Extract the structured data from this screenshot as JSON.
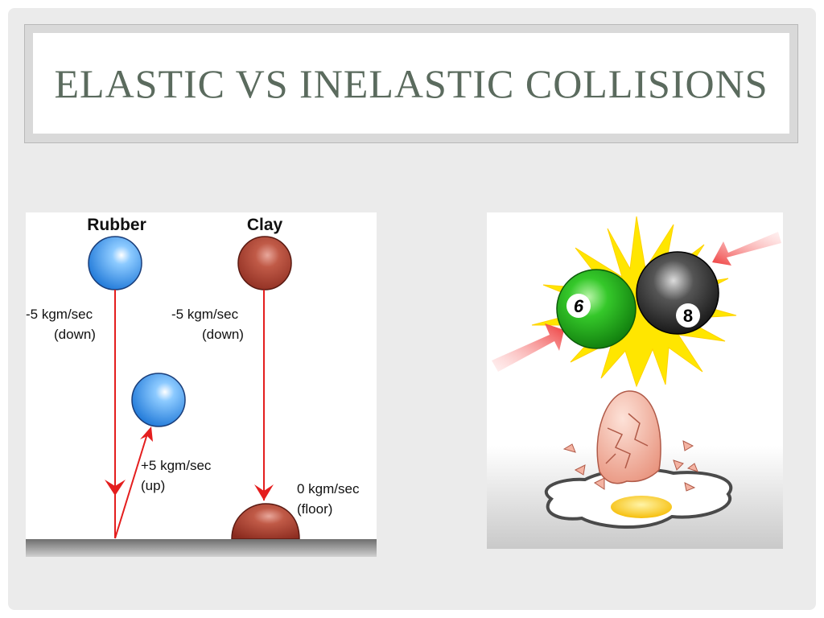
{
  "slide": {
    "title": "ELASTIC VS INELASTIC COLLISIONS"
  },
  "left_figure": {
    "rubber_heading": "Rubber",
    "clay_heading": "Clay",
    "rubber_down_momentum": "-5 kgm/sec",
    "rubber_down_direction": "(down)",
    "rubber_up_momentum": "+5 kgm/sec",
    "rubber_up_direction": "(up)",
    "clay_down_momentum": "-5 kgm/sec",
    "clay_down_direction": "(down)",
    "clay_floor_momentum": "0 kgm/sec",
    "clay_floor_label": "(floor)",
    "colors": {
      "rubber_ball": "#3d9be9",
      "clay_ball": "#a33a2a",
      "arrow": "#e41e1e",
      "floor": "#8c8c8c"
    }
  },
  "right_figure": {
    "green_ball_number": "6",
    "black_ball_number": "8",
    "colors": {
      "starburst": "#ffe600",
      "green_ball": "#27b81e",
      "black_ball": "#2a2a2a",
      "arrow": "#f04a4a",
      "egg_shell": "#f4b3a2",
      "yolk": "#ffd11a"
    }
  }
}
